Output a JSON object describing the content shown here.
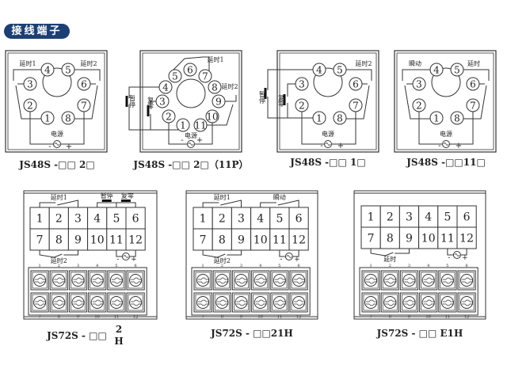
{
  "header": {
    "title": "接线端子"
  },
  "round_panels": [
    {
      "model": "JS48S -□□ 2□",
      "pins": [
        "1",
        "2",
        "3",
        "4",
        "5",
        "6",
        "7",
        "8"
      ],
      "labels": [
        "延时1",
        "延时2",
        "电源",
        "-",
        "+"
      ]
    },
    {
      "model": "JS48S -□□ 2□（11P）",
      "pins": [
        "1",
        "2",
        "3",
        "4",
        "5",
        "6",
        "7",
        "8",
        "9",
        "10",
        "11"
      ],
      "labels": [
        "延时1",
        "延时2",
        "暂停",
        "复零",
        "电源",
        "-",
        "+"
      ]
    },
    {
      "model": "JS48S -□□ 1□",
      "pins": [
        "1",
        "2",
        "3",
        "4",
        "5",
        "6",
        "7",
        "8"
      ],
      "labels": [
        "延时2",
        "暂停",
        "复零",
        "电源",
        "-",
        "+"
      ]
    },
    {
      "model": "JS48S -□□11□",
      "pins": [
        "1",
        "2",
        "3",
        "4",
        "5",
        "6",
        "7",
        "8"
      ],
      "labels": [
        "瞬动",
        "延时",
        "电源",
        "-",
        "+"
      ]
    }
  ],
  "rect_panels": [
    {
      "model": "JS72S - □□",
      "model_sup": "2",
      "model_sub": "H",
      "cells": [
        "1",
        "2",
        "3",
        "4",
        "5",
        "6",
        "7",
        "8",
        "9",
        "10",
        "11",
        "12"
      ],
      "labels": [
        "延时1",
        "暂停",
        "复零",
        "延时2",
        "-",
        "+"
      ]
    },
    {
      "model": "JS72S - □□21H",
      "cells": [
        "1",
        "2",
        "3",
        "4",
        "5",
        "6",
        "7",
        "8",
        "9",
        "10",
        "11",
        "12"
      ],
      "labels": [
        "延时1",
        "瞬动",
        "延时2",
        "-",
        "+"
      ]
    },
    {
      "model": "JS72S - □□ E1H",
      "cells": [
        "1",
        "2",
        "3",
        "4",
        "5",
        "6",
        "7",
        "8",
        "9",
        "10",
        "11",
        "12"
      ],
      "labels": [
        "延时",
        "-",
        "+"
      ]
    }
  ],
  "terminal_numbers": [
    "1",
    "2",
    "3",
    "4",
    "5",
    "6",
    "7",
    "8",
    "9",
    "10",
    "11",
    "12"
  ]
}
